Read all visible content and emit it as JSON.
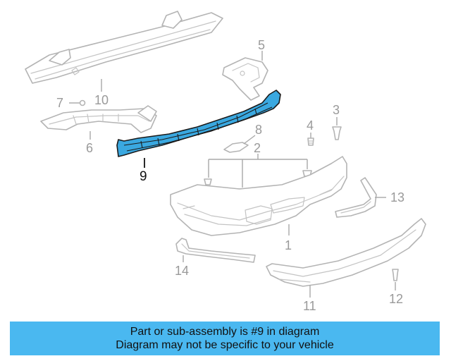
{
  "diagram": {
    "highlight_color": "#3aa8e0",
    "highlighted_part": "9",
    "callouts": {
      "c1": "1",
      "c2": "2",
      "c3": "3",
      "c4": "4",
      "c5": "5",
      "c6": "6",
      "c7": "7",
      "c8": "8",
      "c9": "9",
      "c10": "10",
      "c11": "11",
      "c12": "12",
      "c13": "13",
      "c14": "14"
    }
  },
  "banner": {
    "line1": "Part or sub-assembly is #9 in diagram",
    "line2": "Diagram may not be specific to your vehicle",
    "color": "#4ab8f0"
  }
}
